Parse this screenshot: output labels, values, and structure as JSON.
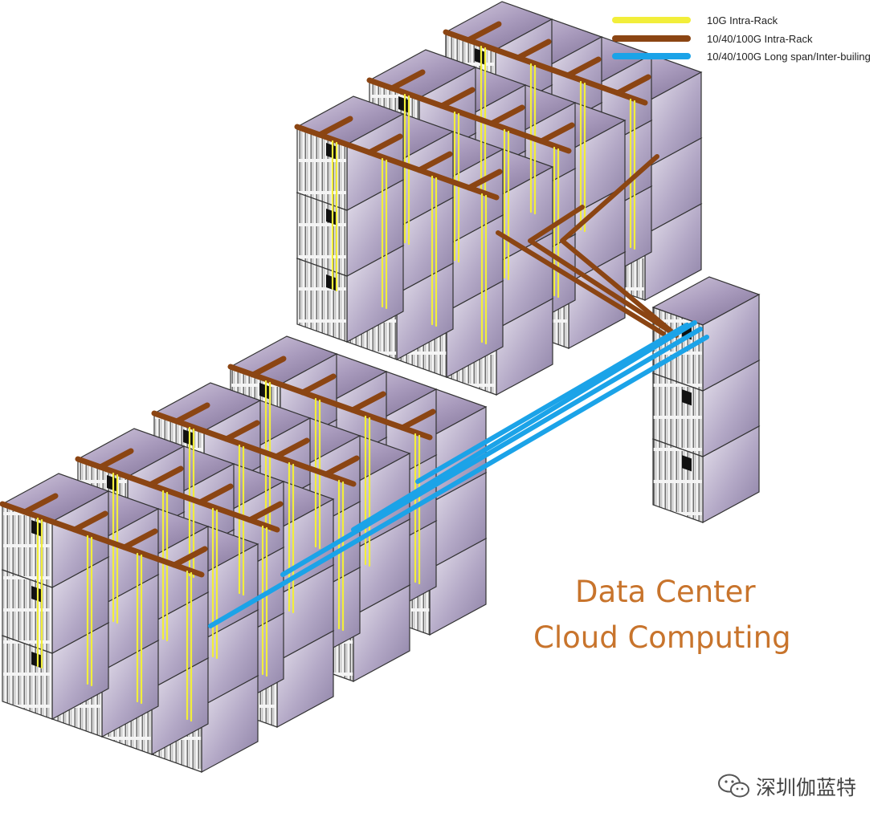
{
  "colors": {
    "ten_g": "#f2ee3a",
    "intra_rack": "#8b4513",
    "long_span": "#1ba3e8",
    "title": "#c8742c",
    "rack_top": "#b8aac8",
    "rack_front": "#f2f2f2",
    "rack_side": "#9c8fb0"
  },
  "legend": [
    {
      "label": "10G Intra-Rack",
      "color_key": "ten_g"
    },
    {
      "label": "10/40/100G Intra-Rack",
      "color_key": "intra_rack"
    },
    {
      "label": "10/40/100G Long span/Inter-builing",
      "color_key": "long_span"
    }
  ],
  "title": {
    "line1": "Data Center",
    "line2": "Cloud Computing"
  },
  "watermark": {
    "icon": "wechat-icon",
    "text": "深圳伽蓝特"
  }
}
